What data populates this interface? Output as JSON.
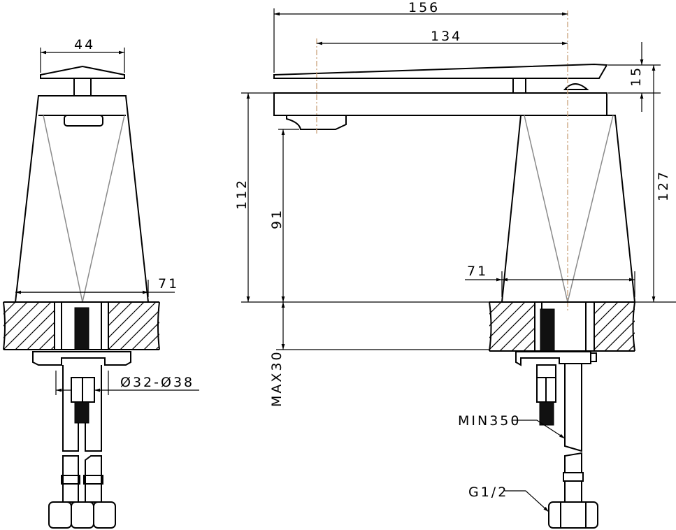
{
  "title": "Basin mixer tap dimension drawing",
  "dimensions": {
    "handle_width": "44",
    "total_length": "156",
    "spout_reach": "134",
    "spout_thickness": "15",
    "total_height": "127",
    "spout_height": "112",
    "outlet_height": "91",
    "base_width_left": "71",
    "base_width_right": "71",
    "hole_diameter": "Ø32-Ø38",
    "max_counter_thickness": "MAX30",
    "hose_length": "MIN350",
    "connection_thread": "G1/2"
  },
  "colors": {
    "line": "#000000",
    "construction": "#8a8a8a",
    "centerline": "#c9a27a"
  }
}
